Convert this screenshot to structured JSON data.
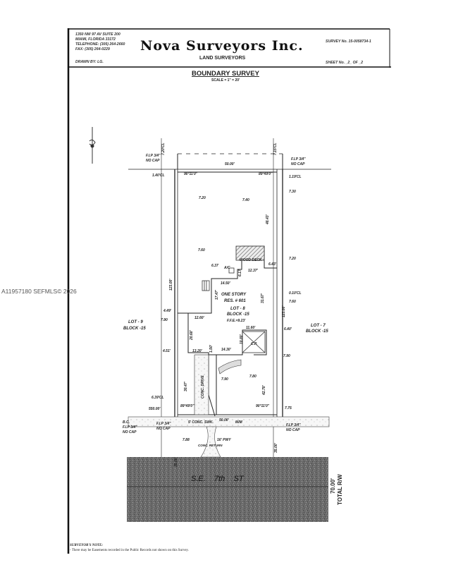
{
  "header": {
    "address_line1": "1350 NW 97 AV SUITE 200",
    "address_line2": "MIAMI, FLORIDA 33172",
    "telephone": "TELEPHONE: (305) 264-2660",
    "fax": "FAX: (305) 264-0229",
    "drawn_by": "DRAWN BY: LG.",
    "company": "Nova Surveyors Inc.",
    "subtitle": "LAND SURVEYORS",
    "survey_no": "SURVEY No. 15-0058734-1",
    "sheet_no": "SHEET No. _2_ OF _2"
  },
  "title": "BOUNDARY SURVEY",
  "scale": "SCALE = 1\" = 20'",
  "watermark": "A11957180  SEFMLS© 2026",
  "drawing": {
    "cl_top_left": "7.20'CL",
    "cl_top_right": "7.15'CL",
    "fip_top_left": "F.I.P 3/4\"",
    "nocap_top_left": "NO CAP",
    "fip_top_right": "F.I.P 3/4\"",
    "nocap_top_right": "NO CAP",
    "width_top": "50.00'",
    "angle_top_left": "90°11'0\"",
    "angle_top_right": "89°49'0\"",
    "cl_left_1": "1.40'CL",
    "cl_right_1": "1.19'CL",
    "elev_1": "7.20",
    "elev_2": "7.40",
    "elev_3": "7.30",
    "dim_4843": "48.43'",
    "elev_4": "7.60",
    "wood_deck": "WOOD DECK",
    "elev_5": "7.20",
    "dim_637": "6.37",
    "ac": "A/C",
    "dim_643": "6.43'",
    "dim_617": "6.17",
    "dim_1237": "12.37'",
    "dim_123_left": "123.00'",
    "dim_1450": "14.50'",
    "one_story": "ONE STORY",
    "res": "RES. # 601",
    "dim_1747": "17.47'",
    "dim_3167": "31.67'",
    "cl_right_2": "0.10'CL",
    "elev_6": "7.60",
    "dim_449": "4.49'",
    "lot8": "LOT - 8",
    "block8": "BLOCK -15",
    "dim_123_right": "123.00'",
    "lot9": "LOT - 9",
    "block9": "BLOCK -15",
    "elev_7": "7.90",
    "dim_1260": "12.60'",
    "ffe": "F.F.E.=9.23'",
    "lot7": "LOT - 7",
    "block7": "BLOCK -15",
    "dim_2068": "20.68'",
    "dim_1160": "11.60'",
    "dim_640": "6.40'",
    "dim_1080": "10.80'",
    "cp": "C.P.",
    "dim_451": "4.51'",
    "dim_1320": "13.20'",
    "dim_150": "1.50'",
    "dim_1430": "14.30'",
    "elev_8": "7.90",
    "conc_drive": "CONC. DRIVE",
    "dim_3047": "30.47'",
    "elev_9": "7.90",
    "elev_10": "7.80",
    "dim_4278": "42.78'",
    "cl_left_2": "6.39'CL",
    "angle_bot_left": "89°49'0\"",
    "angle_bot_right": "90°11'0\"",
    "elev_11": "7.75",
    "dim_55000": "550.00'",
    "bc": "B.C.",
    "fip_bot_far": "F.I.P 3/4\"",
    "nocap_bot_far": "NO CAP",
    "fip_bot_left": "F.I.P 3/4\"",
    "nocap_bot_left": "NO CAP",
    "conc_swk": "5' CONC. SWK.",
    "width_bot": "50.00'",
    "swk_note": "M/M",
    "fip_bot_right": "F.I.P 3/4\"",
    "nocap_bot_right": "NO CAP",
    "elev_12": "7.88",
    "pwy": "16' PWY",
    "conc_return": "CONC. RETURN",
    "dim_3500_left": "35.00'",
    "dim_3500_right": "35.00'",
    "street": "S.E.    7th    ST",
    "row_width": "70.00'",
    "row_label": "TOTAL R/W"
  },
  "notes": {
    "heading": "SURVEYOR'S NOTE:",
    "line1": "- There may be Easements recorded in the Public Records not shown on this Survey."
  }
}
